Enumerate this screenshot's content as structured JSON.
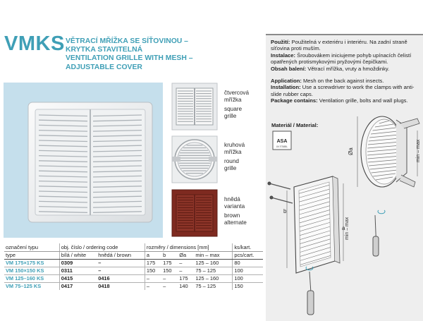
{
  "header": {
    "model": "VMKS",
    "title_lines": [
      "VĚTRACÍ MŘÍŽKA SE SÍŤOVINOU –",
      "KRYTKA STAVITELNÁ",
      "VENTILATION GRILLE WITH MESH –",
      "ADJUSTABLE COVER"
    ]
  },
  "info": {
    "cz": [
      {
        "label": "Použití:",
        "text": " Použitelná v exteriéru i interiéru. Na zadní straně síťovina proti muším."
      },
      {
        "label": "Instalace:",
        "text": " Šroubovákem iniciujeme pohyb upínacích čelistí opatřených protismykovými pryžovými čepičkami."
      },
      {
        "label": "Obsah balení:",
        "text": " Větrací mřížka, vruty a hmoždinky."
      }
    ],
    "en": [
      {
        "label": "Application:",
        "text": " Mesh on the back against insects."
      },
      {
        "label": "Installation:",
        "text": " Use a screwdriver to work the clamps with anti-slide rubber caps."
      },
      {
        "label": "Package contains:",
        "text": " Ventilation grille, bolts and wall plugs."
      }
    ],
    "material_label": "Materiál / Material:",
    "material_badge": "ASA",
    "material_badge_sub": "UV STABIL",
    "dim_labels": {
      "a": "a",
      "b": "b",
      "oa": "Øa",
      "min_max": "min – max"
    }
  },
  "variants": [
    {
      "cz": "čtvercová",
      "cz2": "mřížka",
      "en": "square",
      "en2": "grille"
    },
    {
      "cz": "kruhová",
      "cz2": "mřížka",
      "en": "round",
      "en2": "grille"
    },
    {
      "cz": "hnědá",
      "cz2": "varianta",
      "en": "brown",
      "en2": "alternate"
    }
  ],
  "table": {
    "h_type": "označení typu",
    "h_type2": "type",
    "h_code": "obj. číslo / ordering code",
    "h_white": "bílá / white",
    "h_brown": "hnědá / brown",
    "h_dims": "rozměry / dimensions [mm]",
    "h_a": "a",
    "h_b": "b",
    "h_oa": "Øa",
    "h_minmax": "min – max",
    "h_pcs": "ks/kart.",
    "h_pcs2": "pcs/cart.",
    "rows": [
      {
        "type": "VM 175×175 KS",
        "white": "0309",
        "brown": "–",
        "a": "175",
        "b": "175",
        "oa": "–",
        "minmax": "125 – 160",
        "pcs": "80"
      },
      {
        "type": "VM 150×150 KS",
        "white": "0311",
        "brown": "–",
        "a": "150",
        "b": "150",
        "oa": "–",
        "minmax": "75 – 125",
        "pcs": "100"
      },
      {
        "type": "VM 125–160 KS",
        "white": "0415",
        "brown": "0416",
        "a": "–",
        "b": "–",
        "oa": "175",
        "minmax": "125 – 160",
        "pcs": "100"
      },
      {
        "type": "VM 75–125 KS",
        "white": "0417",
        "brown": "0418",
        "a": "–",
        "b": "–",
        "oa": "140",
        "minmax": "75 – 125",
        "pcs": "150"
      }
    ]
  },
  "colors": {
    "accent": "#3f9fb6",
    "panel": "#eeeeee",
    "brown": "#8a2e22",
    "photo_bg": "#c5dfec"
  }
}
